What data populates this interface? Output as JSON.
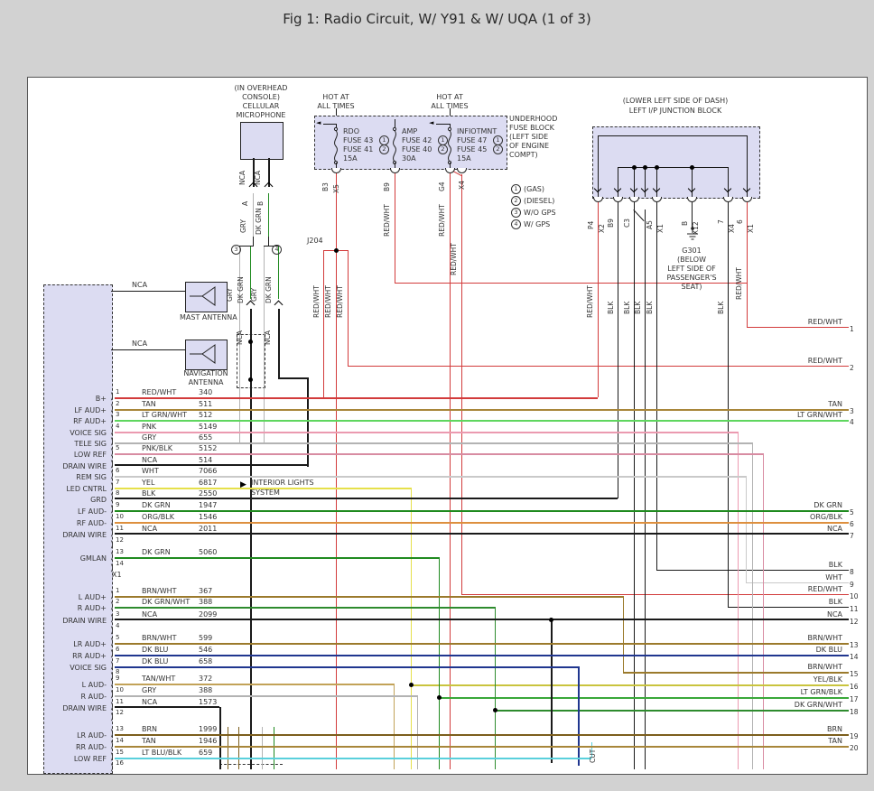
{
  "title": "Fig 1: Radio Circuit, W/ Y91 & W/ UQA (1 of 3)",
  "names": {
    "redwht": "RED/WHT",
    "blk": "BLK",
    "nca": "NCA",
    "gry": "GRY",
    "dkgrn": "DK GRN"
  },
  "splice": "J204",
  "notes": {
    "interior_1": "INTERIOR LIGHTS",
    "interior_2": "SYSTEM",
    "cut": "CUT"
  },
  "microphone": {
    "loc1": "(IN OVERHEAD",
    "loc2": "CONSOLE)",
    "name1": "CELLULAR",
    "name2": "MICROPHONE",
    "terminals": [
      "A",
      "B"
    ],
    "option_marks": [
      "3",
      "4"
    ]
  },
  "fuse_block": {
    "hot1": "HOT AT",
    "hot2": "ALL TIMES",
    "name_lines": [
      "UNDERHOOD",
      "FUSE BLOCK",
      "(LEFT SIDE",
      "OF ENGINE",
      "COMPT)"
    ],
    "fuses": [
      {
        "name": "RDO",
        "fuse_a": "FUSE 43",
        "fuse_b": "FUSE 41",
        "rating": "15A",
        "marks": [
          "1",
          "2"
        ],
        "terminals": [
          "B3",
          "X5"
        ]
      },
      {
        "name": "AMP",
        "fuse_a": "FUSE 42",
        "fuse_b": "FUSE 40",
        "rating": "30A",
        "marks": [
          "1",
          "2"
        ],
        "terminals": [
          "B9"
        ]
      },
      {
        "name": "INFIOTMNT",
        "fuse_a": "FUSE 47",
        "fuse_b": "FUSE 45",
        "rating": "15A",
        "marks": [
          "1",
          "2"
        ],
        "terminals": [
          "G4",
          "X4"
        ]
      }
    ]
  },
  "legend": [
    {
      "mark": "1",
      "text": "(GAS)"
    },
    {
      "mark": "2",
      "text": "(DIESEL)"
    },
    {
      "mark": "3",
      "text": "W/O GPS"
    },
    {
      "mark": "4",
      "text": "W/ GPS"
    }
  ],
  "junction_block": {
    "location": "(LOWER LEFT SIDE OF DASH)",
    "name": "LEFT I/P JUNCTION BLOCK",
    "pins": [
      {
        "pin": "P4",
        "conn": "X2",
        "wire": "RED/WHT"
      },
      {
        "pin": "B9",
        "conn": "",
        "wire": "BLK"
      },
      {
        "pin": "C3",
        "conn": "",
        "wire": "BLK"
      },
      {
        "pin": "",
        "conn": "",
        "wire": "BLK"
      },
      {
        "pin": "A5",
        "conn": "X1",
        "wire": "BLK"
      },
      {
        "pin": "B",
        "conn": "X12",
        "wire": "BLK"
      },
      {
        "pin": "7",
        "conn": "X4",
        "wire": "BLK"
      },
      {
        "pin": "6",
        "conn": "X1",
        "wire": "RED/WHT"
      }
    ]
  },
  "ground": {
    "id": "G301",
    "loc": [
      "(BELOW",
      "LEFT SIDE OF",
      "PASSENGER'S",
      "SEAT)"
    ]
  },
  "antennas": [
    {
      "name": "MAST ANTENNA",
      "wire": "NCA"
    },
    {
      "name_line1": "NAVIGATION",
      "name_line2": "ANTENNA",
      "wire": "NCA"
    }
  ],
  "radio": {
    "conn1": {
      "rows": [
        {
          "label": "B+",
          "pin": "1",
          "wire": "RED/WHT",
          "circuit": "340"
        },
        {
          "label": "LF AUD+",
          "pin": "2",
          "wire": "TAN",
          "circuit": "511"
        },
        {
          "label": "RF AUD+",
          "pin": "3",
          "wire": "LT GRN/WHT",
          "circuit": "512"
        },
        {
          "label": "VOICE SIG",
          "pin": "4",
          "wire": "PNK",
          "circuit": "5149"
        },
        {
          "label": "TELE SIG",
          "pin": "",
          "wire": "GRY",
          "circuit": "655"
        },
        {
          "label": "LOW REF",
          "pin": "5",
          "wire": "PNK/BLK",
          "circuit": "5152"
        },
        {
          "label": "DRAIN WIRE",
          "pin": "",
          "wire": "NCA",
          "circuit": "514"
        },
        {
          "label": "REM SIG",
          "pin": "6",
          "wire": "WHT",
          "circuit": "7066"
        },
        {
          "label": "LED CNTRL",
          "pin": "7",
          "wire": "YEL",
          "circuit": "6817"
        },
        {
          "label": "GRD",
          "pin": "8",
          "wire": "BLK",
          "circuit": "2550"
        },
        {
          "label": "LF AUD-",
          "pin": "9",
          "wire": "DK GRN",
          "circuit": "1947"
        },
        {
          "label": "RF AUD-",
          "pin": "10",
          "wire": "ORG/BLK",
          "circuit": "1546"
        },
        {
          "label": "DRAIN WIRE",
          "pin": "11",
          "wire": "NCA",
          "circuit": "2011"
        },
        {
          "label": "",
          "pin": "12",
          "wire": "",
          "circuit": ""
        },
        {
          "label": "GMLAN",
          "pin": "13",
          "wire": "DK GRN",
          "circuit": "5060"
        },
        {
          "label": "",
          "pin": "14",
          "wire": "",
          "circuit": ""
        }
      ]
    },
    "conn2": {
      "id": "X1",
      "rows": [
        {
          "label": "L AUD+",
          "pin": "1",
          "wire": "BRN/WHT",
          "circuit": "367"
        },
        {
          "label": "R AUD+",
          "pin": "2",
          "wire": "DK GRN/WHT",
          "circuit": "388"
        },
        {
          "label": "DRAIN WIRE",
          "pin": "3",
          "wire": "NCA",
          "circuit": "2099"
        },
        {
          "label": "",
          "pin": "4",
          "wire": "",
          "circuit": ""
        },
        {
          "label": "LR AUD+",
          "pin": "5",
          "wire": "BRN/WHT",
          "circuit": "599"
        },
        {
          "label": "RR AUD+",
          "pin": "6",
          "wire": "DK BLU",
          "circuit": "546"
        },
        {
          "label": "VOICE SIG",
          "pin": "7",
          "wire": "DK BLU",
          "circuit": "658"
        },
        {
          "label": "",
          "pin": "8",
          "wire": "",
          "circuit": ""
        },
        {
          "label": "L AUD-",
          "pin": "9",
          "wire": "TAN/WHT",
          "circuit": "372"
        },
        {
          "label": "R AUD-",
          "pin": "10",
          "wire": "GRY",
          "circuit": "388"
        },
        {
          "label": "DRAIN WIRE",
          "pin": "11",
          "wire": "NCA",
          "circuit": "1573"
        },
        {
          "label": "",
          "pin": "12",
          "wire": "",
          "circuit": ""
        },
        {
          "label": "LR AUD-",
          "pin": "13",
          "wire": "BRN",
          "circuit": "1999"
        },
        {
          "label": "RR AUD-",
          "pin": "14",
          "wire": "TAN",
          "circuit": "1946"
        },
        {
          "label": "LOW REF",
          "pin": "15",
          "wire": "LT BLU/BLK",
          "circuit": "659"
        },
        {
          "label": "",
          "pin": "16",
          "wire": "",
          "circuit": ""
        }
      ]
    }
  },
  "right_edge": [
    {
      "n": "1",
      "label": "RED/WHT"
    },
    {
      "n": "2",
      "label": "RED/WHT"
    },
    {
      "n": "3",
      "label": "TAN"
    },
    {
      "n": "4",
      "label": "LT GRN/WHT"
    },
    {
      "n": "5",
      "label": "DK GRN"
    },
    {
      "n": "6",
      "label": "ORG/BLK"
    },
    {
      "n": "7",
      "label": "NCA"
    },
    {
      "n": "8",
      "label": "BLK"
    },
    {
      "n": "9",
      "label": "WHT"
    },
    {
      "n": "10",
      "label": "RED/WHT"
    },
    {
      "n": "11",
      "label": "BLK"
    },
    {
      "n": "12",
      "label": "NCA"
    },
    {
      "n": "13",
      "label": "BRN/WHT"
    },
    {
      "n": "14",
      "label": "DK BLU"
    },
    {
      "n": "15",
      "label": "BRN/WHT"
    },
    {
      "n": "16",
      "label": "YEL/BLK"
    },
    {
      "n": "17",
      "label": "LT GRN/BLK"
    },
    {
      "n": "18",
      "label": "DK GRN/WHT"
    },
    {
      "n": "19",
      "label": "BRN"
    },
    {
      "n": "20",
      "label": "TAN"
    }
  ]
}
